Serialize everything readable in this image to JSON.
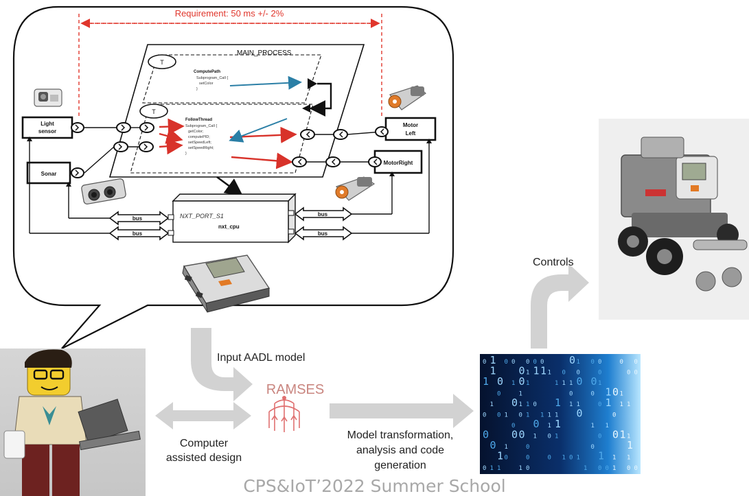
{
  "diagram": {
    "requirement_label": "Requirement: 50 ms +/- 2%",
    "main_process_label": "MAIN_PROCESS",
    "thread1": {
      "badge": "T",
      "name": "ComputePath",
      "lines": [
        "Subprogram_Call {",
        "setColor",
        "}"
      ]
    },
    "thread2": {
      "badge": "T",
      "name": "FollowThread",
      "lines": [
        "Subprogram_Call {",
        "getColor;",
        "computePID;",
        "setSpeedLeft;",
        "setSpeedRight;",
        "}"
      ]
    },
    "devices": {
      "light_sensor": [
        "Light",
        "sensor"
      ],
      "sonar": "Sonar",
      "motor_left": [
        "Motor",
        "Left"
      ],
      "motor_right": "MotorRight"
    },
    "processor": {
      "port": "NXT_PORT_S1",
      "name": "nxt_cpu"
    },
    "bus_label": "bus",
    "arrow_input": "Input AADL model",
    "tool_name": "RAMSES",
    "arrow_design": [
      "Computer",
      "assisted design"
    ],
    "arrow_transform": [
      "Model transformation,",
      "analysis and code",
      "generation"
    ],
    "arrow_controls": "Controls"
  },
  "footer": "CPS&IoT’2022 Summer School",
  "colors": {
    "requirement_red": "#e0362c",
    "data_blue": "#2b7fa6",
    "data_red": "#d8322a",
    "arrow_gray": "#cfcfcf",
    "footer_gray": "#a8a8a8"
  },
  "icons": [
    "light-sensor-icon",
    "sonar-sensor-icon",
    "motor-icon",
    "nxt-brick-icon",
    "lego-designer-figure",
    "robot-photo",
    "binary-code-image",
    "ramses-logo-icon"
  ]
}
